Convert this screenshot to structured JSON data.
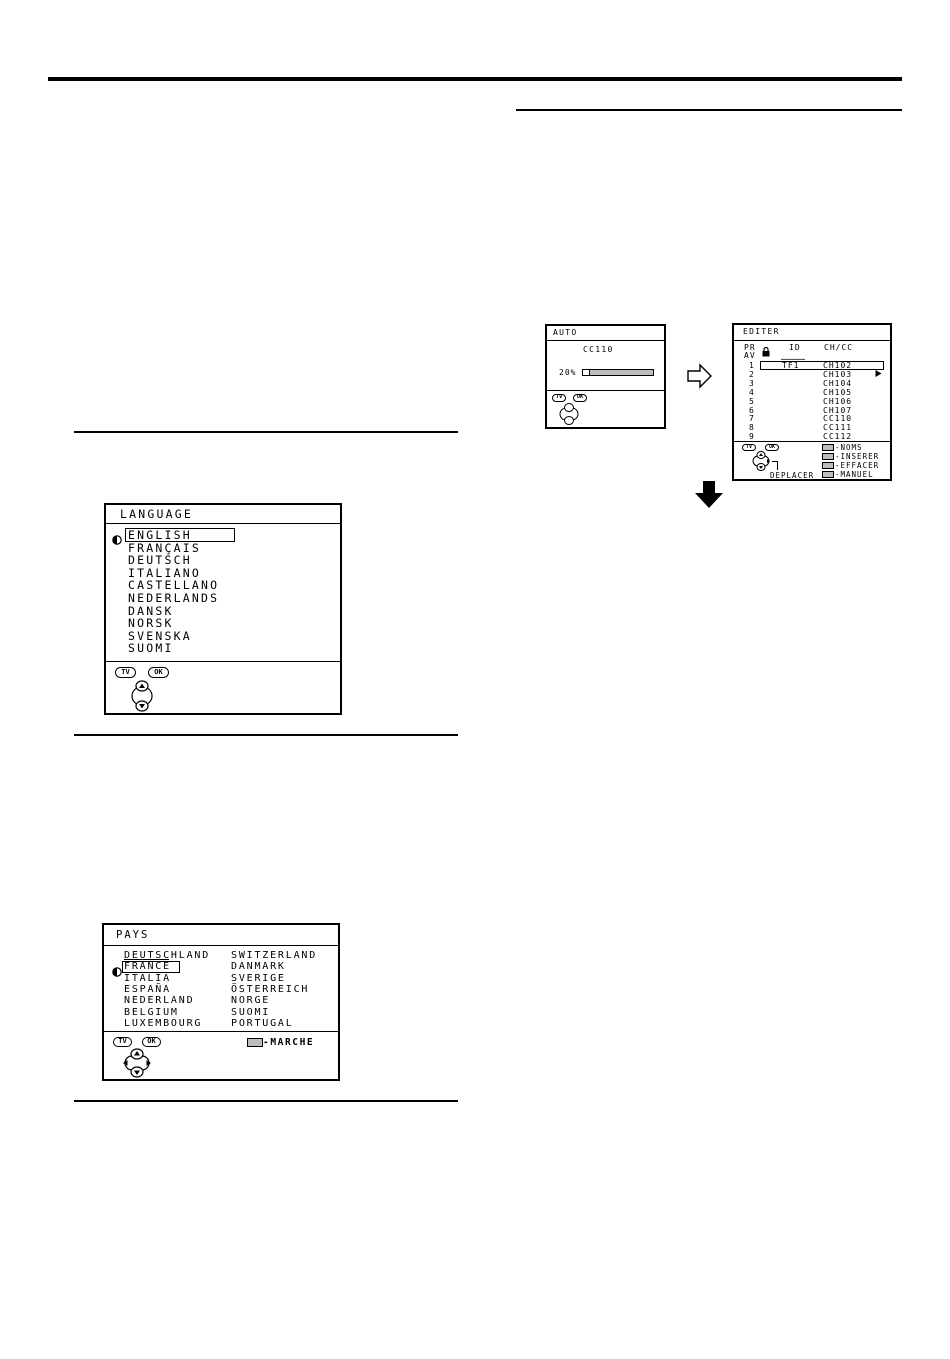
{
  "language_menu": {
    "title": "LANGUAGE",
    "items": [
      "ENGLISH",
      "FRANÇAIS",
      "DEUTSCH",
      "ITALIANO",
      "CASTELLANO",
      "NEDERLANDS",
      "DANSK",
      "NORSK",
      "SVENSKA",
      "SUOMI"
    ],
    "selected_index": 0,
    "tv_label": "TV",
    "ok_label": "OK"
  },
  "country_menu": {
    "title": "PAYS",
    "left_column": [
      "DEUTSCHLAND",
      "FRANCE",
      "ITALIA",
      "ESPAÑA",
      "NEDERLAND",
      "BELGIUM",
      "LUXEMBOURG"
    ],
    "right_column": [
      "SWITZERLAND",
      "DANMARK",
      "SVERIGE",
      "ÖSTERREICH",
      "NORGE",
      "SUOMI",
      "PORTUGAL"
    ],
    "selected": "FRANCE",
    "tv_label": "TV",
    "ok_label": "OK",
    "action_label": "-MARCHE"
  },
  "auto_menu": {
    "title": "AUTO",
    "channel": "CC110",
    "progress_label": "20%",
    "progress_fraction": 0.2,
    "tv_label": "TV",
    "ok_label": "OK"
  },
  "edit_menu": {
    "title": "EDITER",
    "col_pr": "PR",
    "col_id": "ID",
    "col_chcc": "CH/CC",
    "av_label": "AV",
    "rows": [
      {
        "pr": "1",
        "id": "TF1",
        "ch": "CH102"
      },
      {
        "pr": "2",
        "id": "",
        "ch": "CH103"
      },
      {
        "pr": "3",
        "id": "",
        "ch": "CH104"
      },
      {
        "pr": "4",
        "id": "",
        "ch": "CH105"
      },
      {
        "pr": "5",
        "id": "",
        "ch": "CH106"
      },
      {
        "pr": "6",
        "id": "",
        "ch": "CH107"
      },
      {
        "pr": "7",
        "id": "",
        "ch": "CC110"
      },
      {
        "pr": "8",
        "id": "",
        "ch": "CC111"
      },
      {
        "pr": "9",
        "id": "",
        "ch": "CC112"
      }
    ],
    "id_placeholder": "_____",
    "tv_label": "TV",
    "ok_label": "OK",
    "move_label": "DEPLACER",
    "legend": [
      "-NOMS",
      "-INSERER",
      "-EFFACER",
      "-MANUEL"
    ]
  },
  "colors": {
    "swatch": "#bdbdbd",
    "ink": "#000000"
  }
}
